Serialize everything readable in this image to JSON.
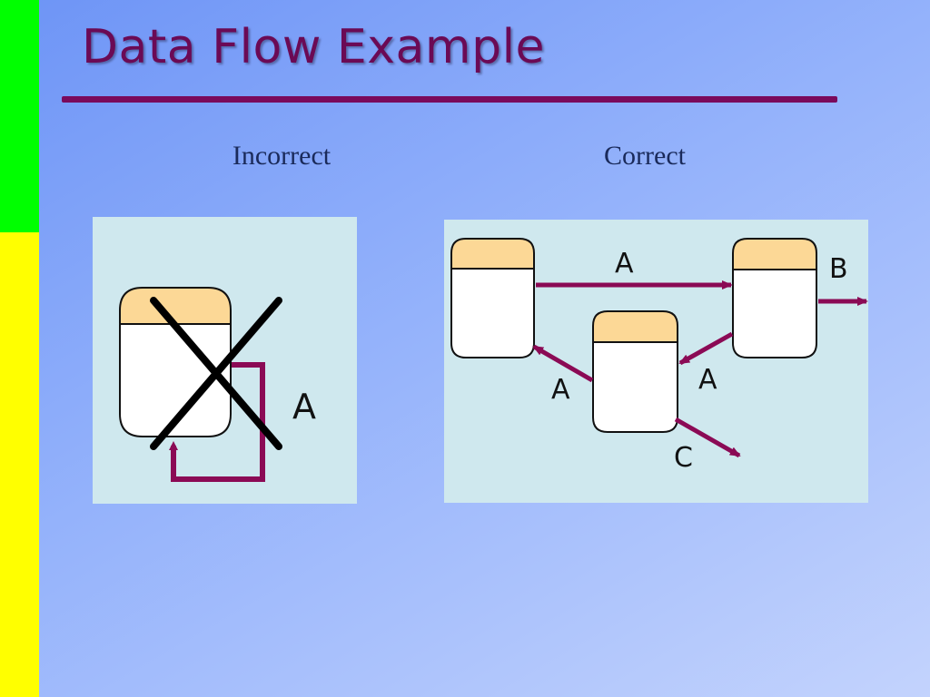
{
  "slide": {
    "title": "Data Flow Example"
  },
  "incorrect": {
    "caption": "Incorrect",
    "flow_label": "A"
  },
  "correct": {
    "caption": "Correct",
    "labels": {
      "a_top": "A",
      "b": "B",
      "a_left": "A",
      "a_right": "A",
      "c": "C"
    }
  },
  "colors": {
    "title": "#6b0a55",
    "arrow": "#8b0a55",
    "store_header": "#fcd896",
    "panel": "#cfe8ee",
    "accent_green": "#00ff00",
    "accent_yellow": "#ffff00"
  }
}
